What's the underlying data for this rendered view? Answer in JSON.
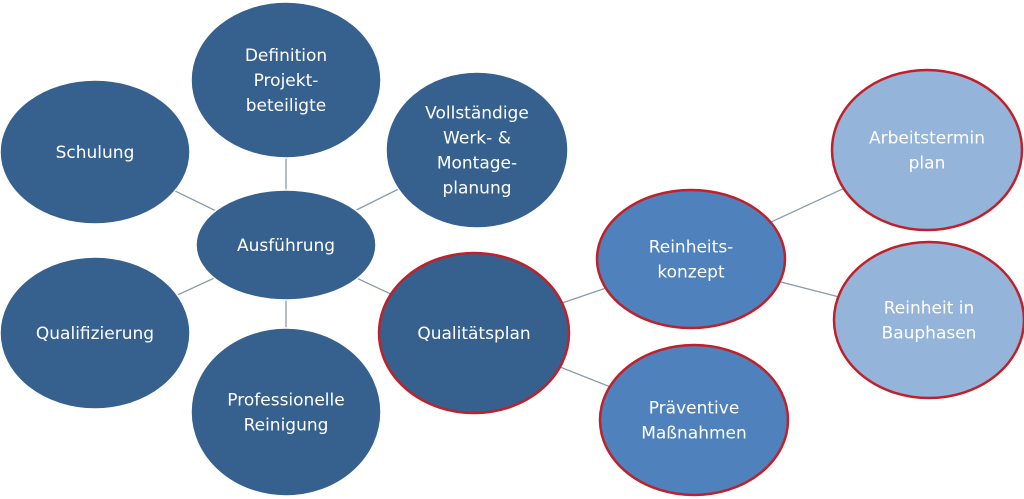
{
  "colors": {
    "dark": "#36618f",
    "mid": "#4f81bd",
    "light": "#94b4d9",
    "highlight_border": "#c0202a"
  },
  "nodes": {
    "definition": {
      "lines": [
        "Definition",
        "Projekt-",
        "beteiligte"
      ]
    },
    "schulung": {
      "lines": [
        "Schulung"
      ]
    },
    "vollstaendige": {
      "lines": [
        "Vollständige",
        "Werk- &",
        "Montage-",
        "planung"
      ]
    },
    "ausfuehrung": {
      "lines": [
        "Ausführung"
      ]
    },
    "qualifizierung": {
      "lines": [
        "Qualifizierung"
      ]
    },
    "professionelle": {
      "lines": [
        "Professionelle",
        "Reinigung"
      ]
    },
    "qualitaetsplan": {
      "lines": [
        "Qualitätsplan"
      ]
    },
    "reinheitskonzept": {
      "lines": [
        "Reinheits-",
        "konzept"
      ]
    },
    "praeventive": {
      "lines": [
        "Präventive",
        "Maßnahmen"
      ]
    },
    "arbeitstermin": {
      "lines": [
        "Arbeitstermin",
        "plan"
      ]
    },
    "bauphasen": {
      "lines": [
        "Reinheit in",
        "Bauphasen"
      ]
    }
  }
}
